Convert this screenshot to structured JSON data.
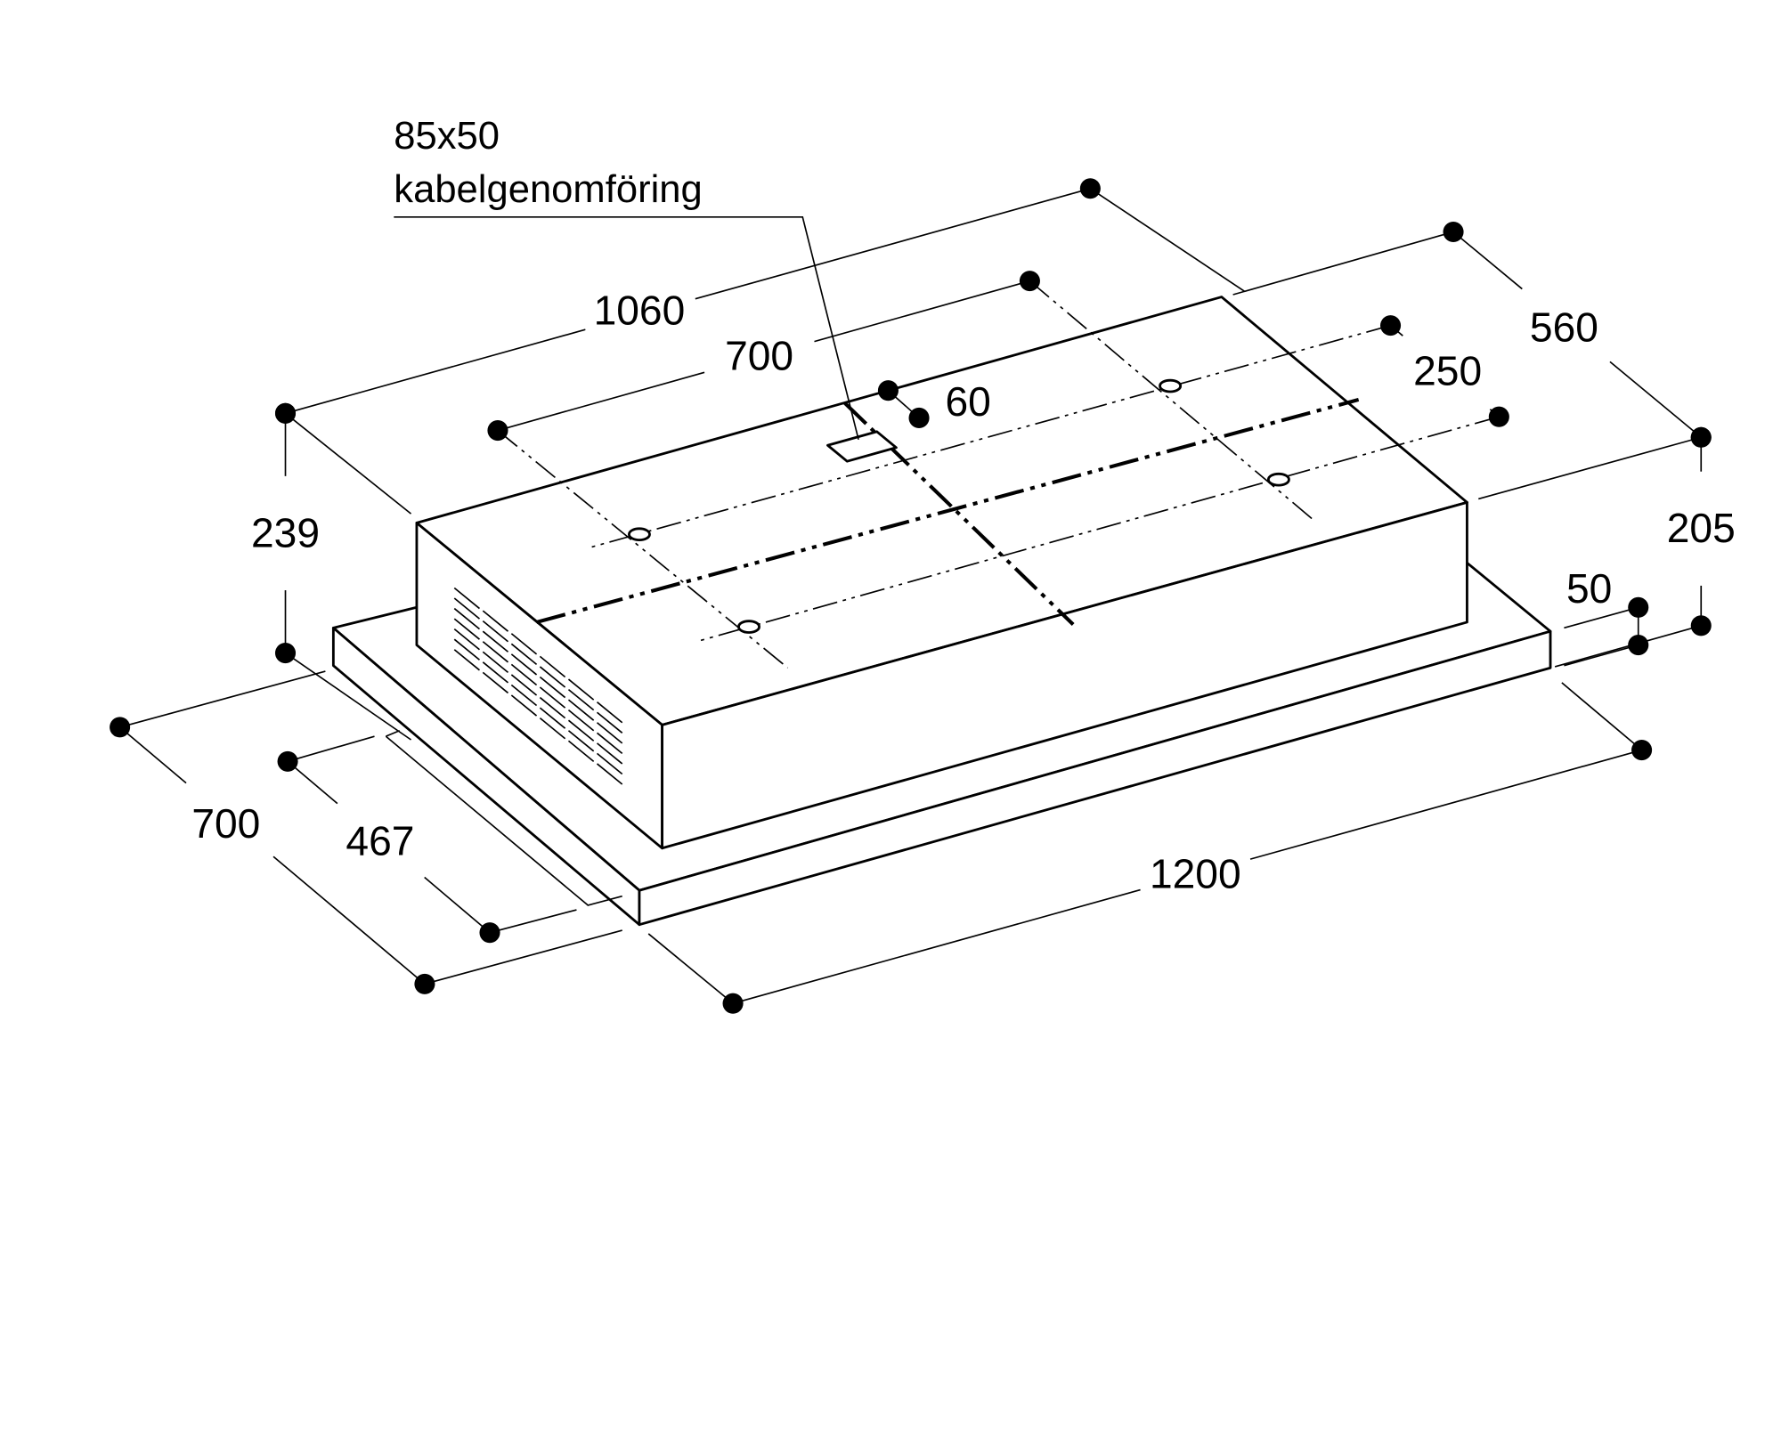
{
  "callout": {
    "size": "85x50",
    "label": "kabelgenomföring"
  },
  "dimensions": {
    "total_depth_top": "1060",
    "width_depth": "560",
    "hole_spacing_long": "700",
    "hole_spacing_short": "250",
    "cable_offset": "60",
    "height_total": "239",
    "height_body": "205",
    "panel_thickness": "50",
    "width_total": "1200",
    "depth_total": "700",
    "depth_partial": "467"
  }
}
